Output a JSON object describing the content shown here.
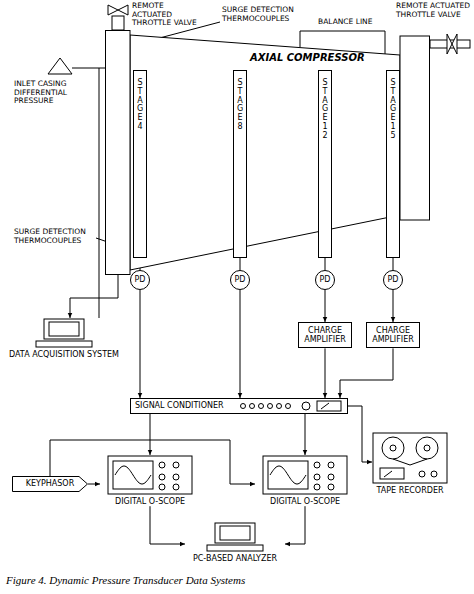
{
  "diagram": {
    "caption": "Figure 4. Dynamic Pressure Transducer Data Systems",
    "nodes": [
      {
        "text": [
          "AXIAL COMPRESSOR"
        ]
      },
      {
        "text": [
          "STAGE 4"
        ]
      },
      {
        "text": [
          "STAGE 8"
        ]
      },
      {
        "text": [
          "STAGE 12"
        ]
      },
      {
        "text": [
          "STAGE 15"
        ]
      },
      {
        "text": [
          "PD"
        ]
      },
      {
        "text": [
          "PD"
        ]
      },
      {
        "text": [
          "PD"
        ]
      },
      {
        "text": [
          "PD"
        ]
      },
      {
        "text": [
          "CHARGE AMPLIFIER"
        ]
      },
      {
        "text": [
          "CHARGE AMPLIFIER"
        ]
      },
      {
        "text": [
          "DATA ACQUISITION SYSTEM"
        ]
      },
      {
        "text": [
          "SIGNAL CONDITIONER"
        ]
      },
      {
        "text": [
          "TAPE RECORDER"
        ]
      },
      {
        "text": [
          "KEYPHASOR"
        ]
      },
      {
        "text": [
          "DIGITAL O-SCOPE"
        ]
      },
      {
        "text": [
          "DIGITAL O-SCOPE"
        ]
      },
      {
        "text": [
          "PC-BASED ANALYZER"
        ]
      }
    ],
    "edges": [
      {
        "from": 1,
        "to": 5,
        "arrow": "none"
      },
      {
        "from": 2,
        "to": 6,
        "arrow": "none"
      },
      {
        "from": 3,
        "to": 7,
        "arrow": "none"
      },
      {
        "from": 4,
        "to": 8,
        "arrow": "none"
      },
      {
        "from": 5,
        "to": 12,
        "arrow": "to"
      },
      {
        "from": 6,
        "to": 12,
        "arrow": "to"
      },
      {
        "from": 7,
        "to": 9,
        "arrow": "to"
      },
      {
        "from": 8,
        "to": 10,
        "arrow": "to"
      },
      {
        "from": 9,
        "to": 12,
        "arrow": "to"
      },
      {
        "from": 10,
        "to": 12,
        "arrow": "to"
      },
      {
        "from": 0,
        "to": 11,
        "arrow": "to"
      },
      {
        "from": 12,
        "to": 13,
        "arrow": "to"
      },
      {
        "from": 12,
        "to": 15,
        "arrow": "to"
      },
      {
        "from": 12,
        "to": 16,
        "arrow": "to"
      },
      {
        "from": 14,
        "to": 15,
        "arrow": "to"
      },
      {
        "from": 14,
        "to": 16,
        "arrow": "to"
      },
      {
        "from": 15,
        "to": 17,
        "arrow": "to"
      },
      {
        "from": 16,
        "to": 17,
        "arrow": "to"
      }
    ],
    "labels": [
      "REMOTE ACTUATED THROTTLE VALVE",
      "SURGE DETECTION THERMOCOUPLES",
      "REMOTE ACTUATED THROTTLE VALVE",
      "BALANCE LINE",
      "INLET CASING DIFFERENTIAL PRESSURE",
      "SURGE DETECTION THERMOCOUPLES"
    ]
  }
}
